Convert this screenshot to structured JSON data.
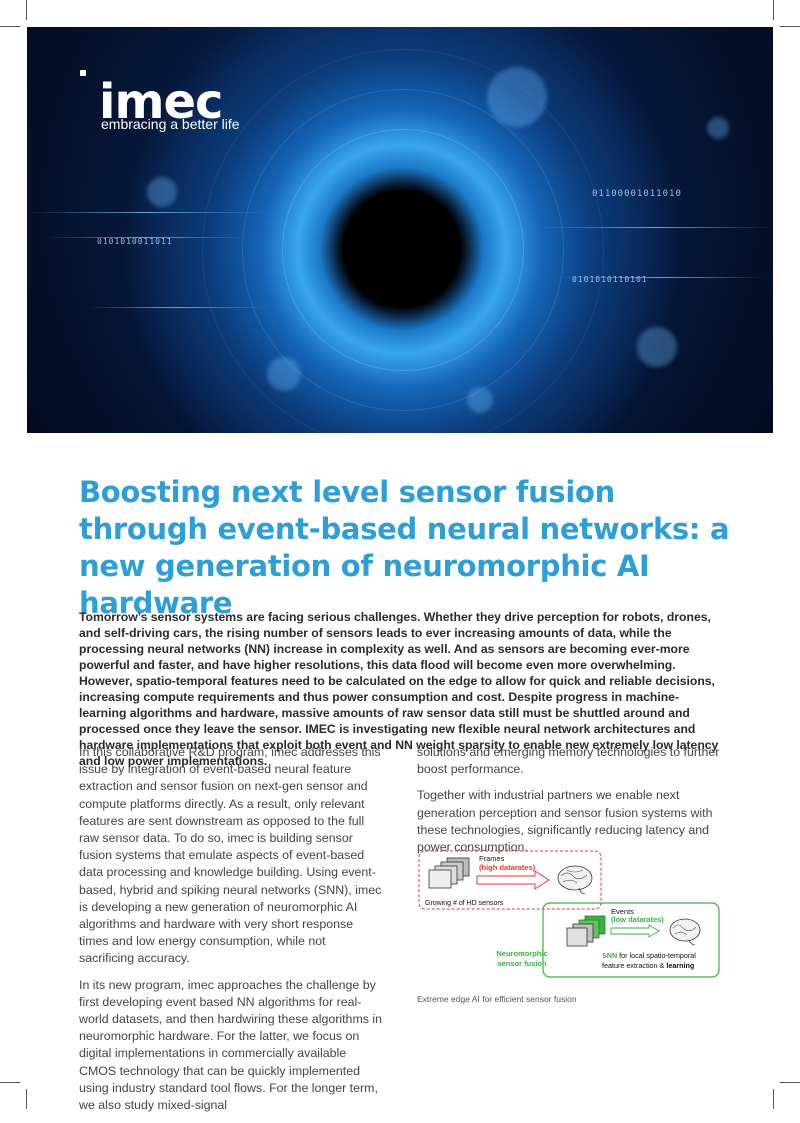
{
  "brand": {
    "logo": "imec",
    "tagline": "embracing a better life"
  },
  "hero": {
    "binary_1": "01100001011010",
    "binary_2": "0101010011011",
    "binary_3": "0101010110101"
  },
  "title": "Boosting next level sensor fusion through event-based neural networks: a new generation of neuromorphic AI hardware",
  "intro": "Tomorrow’s sensor systems are facing serious challenges. Whether they drive perception for robots, drones, and self-driving cars, the rising number of sensors leads to ever increasing amounts of data, while the processing neural networks (NN) increase in complexity as well. And as sensors are becoming ever-more powerful and faster, and have higher resolutions, this data flood will become even more overwhelming. However, spatio-temporal features need to be calculated on the edge to allow for quick and reliable decisions, increasing compute requirements and thus power consumption and cost. Despite progress in machine-learning algorithms and hardware, massive amounts of raw sensor data still must be shuttled around and processed once they leave the sensor. IMEC is investigating new flexible neural network architectures and hardware implementations that exploit both event and NN weight sparsity to enable new extremely low latency and low power implementations.",
  "body": {
    "left_p1": "In this collaborative R&D program, imec addresses this issue by integration of event-based neural feature extraction and sensor fusion on next-gen sensor and compute platforms directly. As a result, only relevant features are sent downstream as opposed to the full raw sensor data. To do so, imec is building sensor fusion systems that emulate aspects of event-based data processing and knowledge building. Using event-based, hybrid and spiking neural networks (SNN), imec is developing a new generation of neuromorphic AI algorithms and hardware with very short response times and low energy consumption, while not sacrificing accuracy.",
    "left_p2": "In its new program, imec approaches the challenge by first developing event based NN algorithms for real-world datasets, and then hardwiring these algorithms in neuromorphic hardware. For the latter, we focus on digital implementations in commercially available CMOS technology that can be quickly implemented using industry standard tool flows. For the longer term, we also study mixed-signal",
    "right_p1": "solutions and emerging memory technologies to further boost performance.",
    "right_p2": "Together with industrial partners we enable next generation perception and sensor fusion systems with these technologies, significantly reducing latency and power consumption."
  },
  "figure": {
    "frames_label": "Frames",
    "frames_sub": "(high datarates)",
    "growing_label": "Growing # of HD sensors",
    "events_label": "Events",
    "events_sub": "(low datarates)",
    "neuro_line1": "Neuromorphic",
    "neuro_line2": "sensor fusion",
    "snn_bold": "SNN",
    "snn_rest": " for local spatio-temporal",
    "snn_line2_a": "feature extraction & ",
    "snn_line2_b": "learning",
    "colors": {
      "red": "#e53935",
      "green": "#3cb043",
      "blue_title": "#2e9fd6"
    }
  },
  "caption": "Extreme edge AI for efficient sensor fusion"
}
